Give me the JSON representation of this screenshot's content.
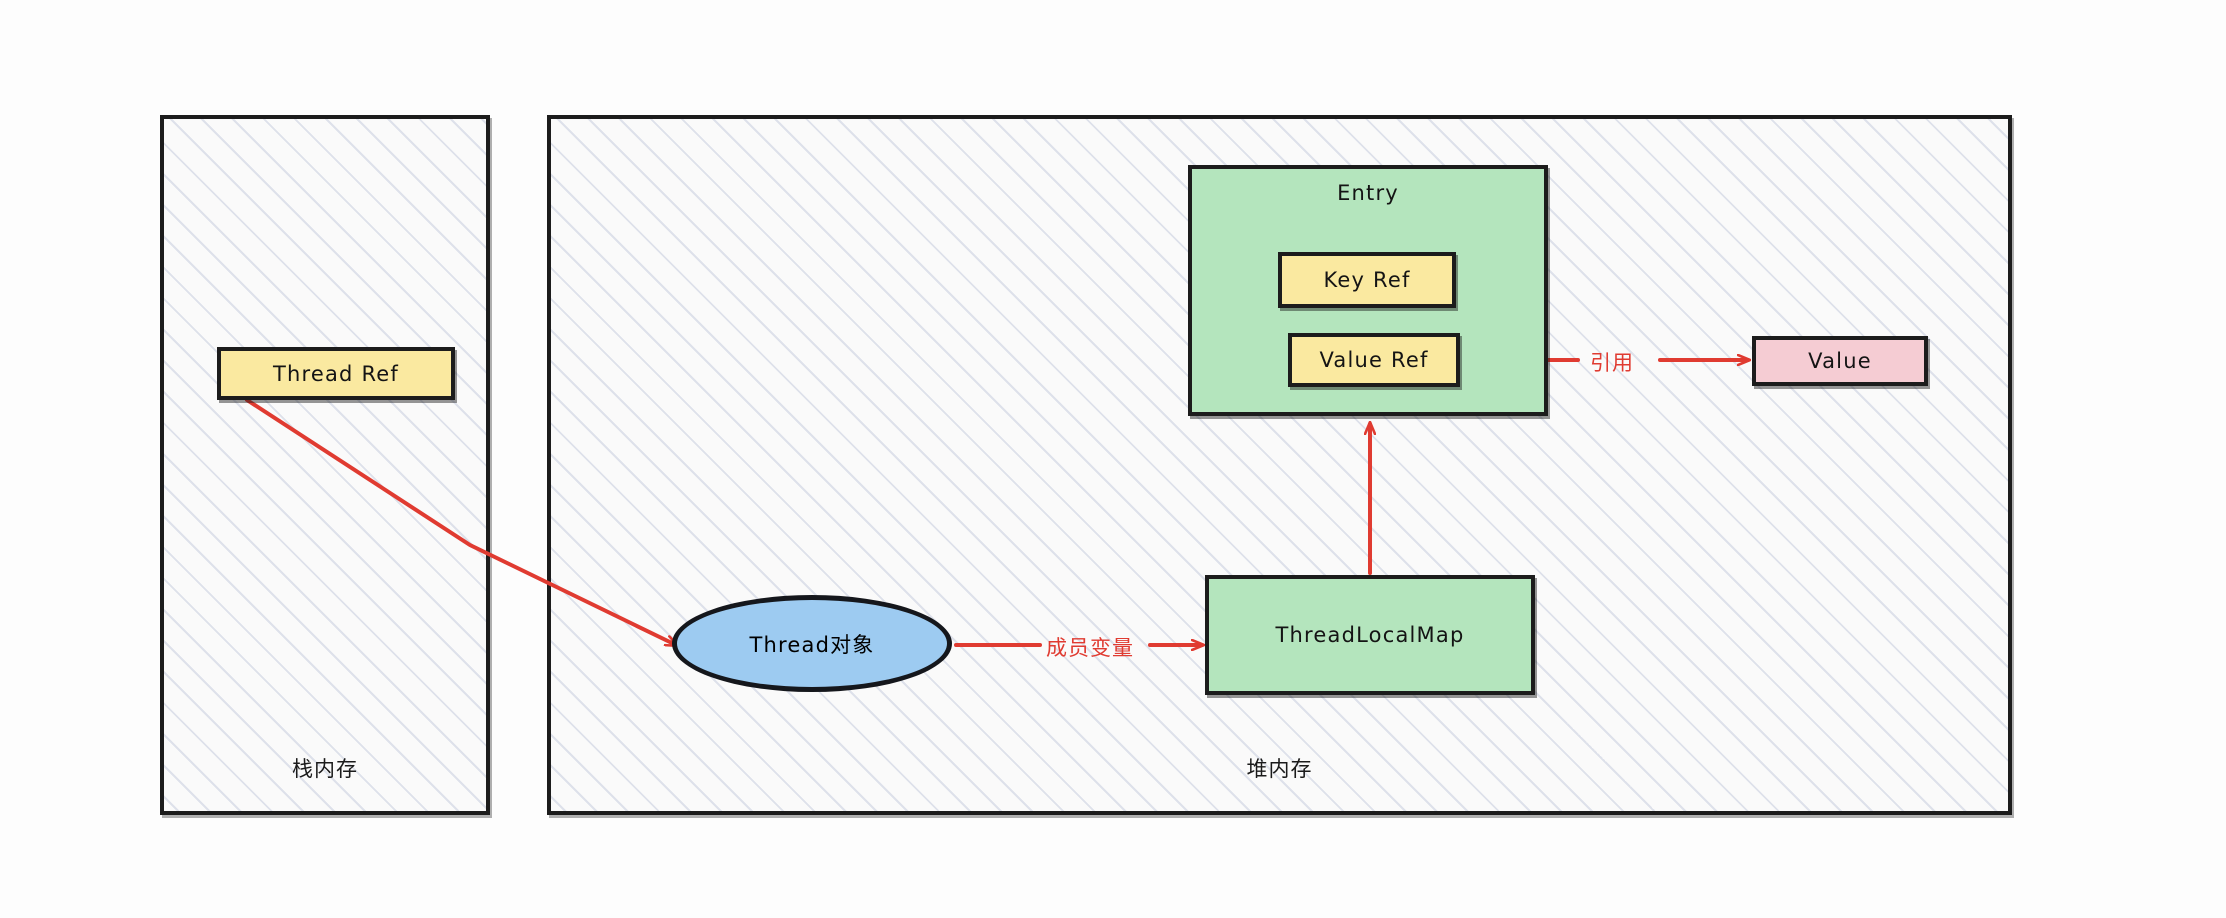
{
  "diagram": {
    "title": "ThreadLocal memory reference diagram",
    "colors": {
      "accent_red": "#e03b31",
      "stroke_black": "#1c1c1c",
      "yellow_fill": "#fae9a0",
      "green_fill": "#b4e5bd",
      "pink_fill": "#f5ccd3",
      "blue_fill": "#9dcbf1",
      "hatch_gray": "#c6ccde",
      "page_bg": "#fdfdfd"
    }
  },
  "regions": [
    {
      "id": "stack",
      "label": "栈内存"
    },
    {
      "id": "heap",
      "label": "堆内存"
    }
  ],
  "nodes": {
    "thread_ref": {
      "label": "Thread Ref",
      "fill": "yellow",
      "shape": "rect"
    },
    "thread_object": {
      "label": "Thread对象",
      "fill": "blue",
      "shape": "ellipse"
    },
    "threadlocalmap": {
      "label": "ThreadLocalMap",
      "fill": "green",
      "shape": "rect"
    },
    "entry": {
      "label": "Entry",
      "fill": "green",
      "shape": "rect"
    },
    "key_ref": {
      "label": "Key Ref",
      "fill": "yellow",
      "shape": "rect"
    },
    "value_ref": {
      "label": "Value Ref",
      "fill": "yellow",
      "shape": "rect"
    },
    "value": {
      "label": "Value",
      "fill": "pink",
      "shape": "rect"
    }
  },
  "edges": [
    {
      "id": "thread_ref_to_thread_object",
      "label": "",
      "from": "thread_ref",
      "to": "thread_object"
    },
    {
      "id": "thread_object_to_map",
      "label": "成员变量",
      "from": "thread_object",
      "to": "threadlocalmap"
    },
    {
      "id": "map_to_entry",
      "label": "",
      "from": "threadlocalmap",
      "to": "entry"
    },
    {
      "id": "value_ref_to_value",
      "label": "引用",
      "from": "value_ref",
      "to": "value"
    }
  ]
}
